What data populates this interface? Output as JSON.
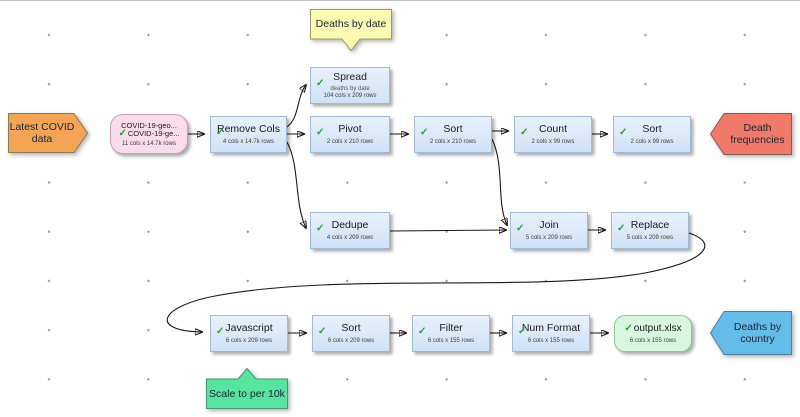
{
  "icons": {
    "check": "✓"
  },
  "comments": {
    "latest_covid": {
      "label": "Latest COVID data"
    },
    "deaths_by_date": {
      "label": "Deaths by date"
    },
    "death_frequencies": {
      "label": "Death frequencies"
    },
    "deaths_by_country": {
      "label": "Deaths by country"
    },
    "scale_to_per_10k": {
      "label": "Scale to per 10k"
    }
  },
  "nodes": {
    "source": {
      "line1": "COVID-19-geo...",
      "line2": "COVID-19-ge...",
      "stats": "11 cols x 14.7k rows"
    },
    "remove_cols": {
      "title": "Remove Cols",
      "stats": "4 cols x 14.7k rows"
    },
    "spread": {
      "title": "Spread",
      "note": "deaths by date",
      "stats": "104 cols x 209 rows"
    },
    "pivot": {
      "title": "Pivot",
      "stats": "2 cols x 210 rows"
    },
    "sort1": {
      "title": "Sort",
      "stats": "2 cols x 210 rows"
    },
    "count": {
      "title": "Count",
      "stats": "2 cols x 99 rows"
    },
    "sort2": {
      "title": "Sort",
      "stats": "2 cols x 99 rows"
    },
    "dedupe": {
      "title": "Dedupe",
      "stats": "4 cols x 209 rows"
    },
    "join": {
      "title": "Join",
      "stats": "5 cols x 209 rows"
    },
    "replace": {
      "title": "Replace",
      "stats": "5 cols x 209 rows"
    },
    "javascript": {
      "title": "Javascript",
      "stats": "6 cols x 209 rows"
    },
    "sort3": {
      "title": "Sort",
      "stats": "6 cols x 209 rows"
    },
    "filter": {
      "title": "Filter",
      "stats": "6 cols x 155 rows"
    },
    "num_format": {
      "title": "Num Format",
      "stats": "6 cols x 155 rows"
    },
    "output": {
      "title": "output.xlsx",
      "stats": "6 cols x 155 rows"
    }
  },
  "colors": {
    "comment_orange": "#f5a355",
    "comment_yellow": "#fafab0",
    "comment_red": "#f0796a",
    "comment_blue": "#64bce9",
    "comment_green": "#56e5a1",
    "node_blue": "#d7e7f9",
    "source_pink": "#fadcec",
    "output_green": "#d8f7de",
    "check_green": "#1fa32b"
  }
}
